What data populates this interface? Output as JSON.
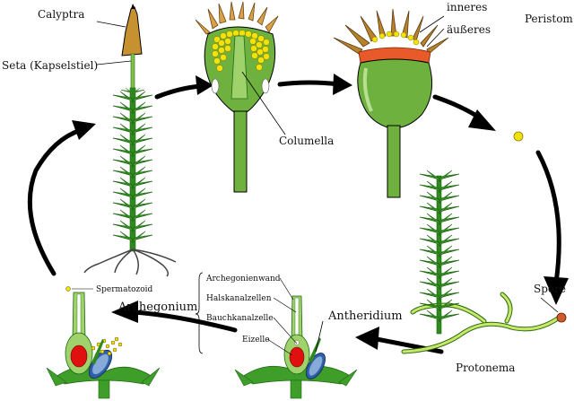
{
  "labels": {
    "calyptra": "Calyptra",
    "seta": "Seta (Kapselstiel)",
    "inneres": "inneres",
    "aeusseres": "äußeres",
    "peristom": "Peristom",
    "columella": "Columella",
    "spore": "Spore",
    "protonema": "Protonema",
    "antheridium": "Antheridium",
    "archegonium": "Archegonium",
    "archegonienwand": "Archegonienwand",
    "halskanalzellen": "Halskanalzellen",
    "bauchkanalzelle": "Bauchkanalzelle",
    "eizelle": "Eizelle",
    "spermatozoid": "Spermatozoid"
  },
  "colors": {
    "plant_green": "#3f9d2a",
    "leaf_dark": "#1f6a14",
    "stalk_green": "#7fbf4a",
    "calyptra_brown": "#c8912f",
    "spore_yellow": "#f2e20a",
    "egg_red": "#e01010",
    "antheridium_blue": "#2f5fa8",
    "arrow_black": "#000000"
  }
}
